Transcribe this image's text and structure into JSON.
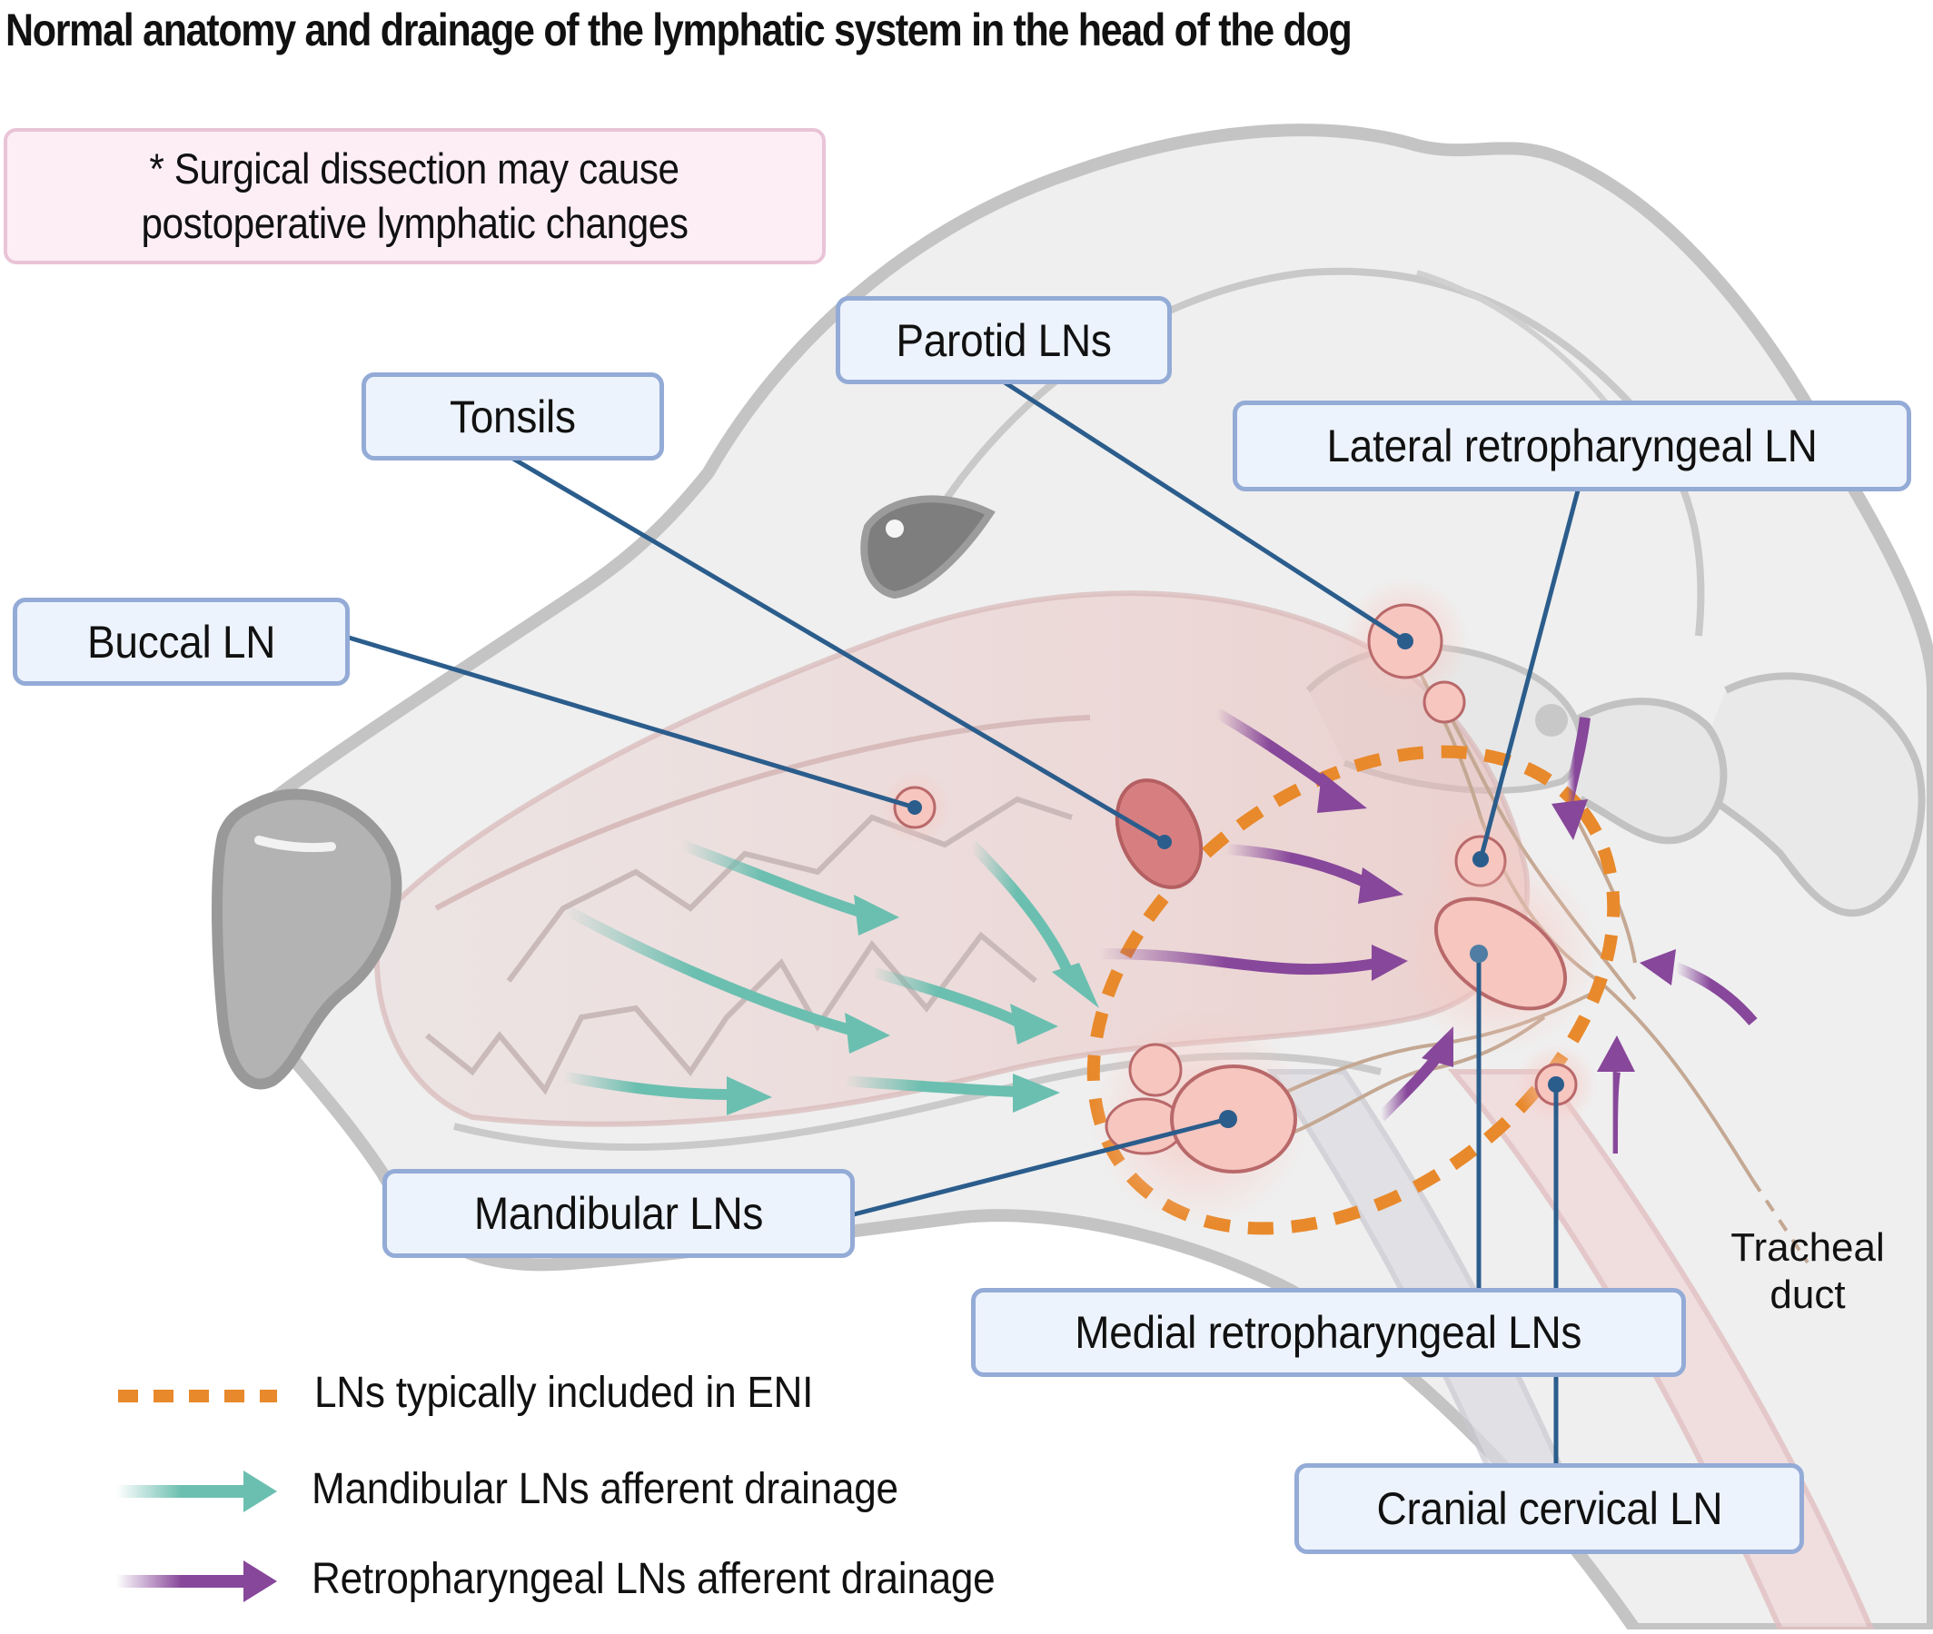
{
  "title": "Normal anatomy and drainage of the lymphatic system in the head of the dog",
  "note": {
    "line1": "* Surgical dissection may cause",
    "line2": "postoperative  lymphatic changes"
  },
  "labels": {
    "parotid": "Parotid LNs",
    "tonsils": "Tonsils",
    "lateral_retropharyngeal": "Lateral retropharyngeal LN",
    "buccal": "Buccal LN",
    "mandibular": "Mandibular LNs",
    "medial_retropharyngeal": "Medial retropharyngeal LNs",
    "cranial_cervical": "Cranial cervical LN",
    "tracheal_duct_line1": "Tracheal",
    "tracheal_duct_line2": "duct"
  },
  "legend": {
    "items": [
      {
        "symbol": "orange-dashed-line",
        "label": "LNs typically included in ENI"
      },
      {
        "symbol": "teal-arrow",
        "label": "Mandibular LNs afferent drainage"
      },
      {
        "symbol": "purple-arrow",
        "label": "Retropharyngeal LNs afferent drainage"
      }
    ]
  },
  "colors": {
    "eni_outline": "#E8892B",
    "mandibular_drainage": "#6BBFB0",
    "retropharyngeal_drainage": "#87479A",
    "leader_line": "#2B5D8C",
    "lymph_node_fill": "#F6C6BF",
    "lymph_node_outline": "#B9696A",
    "tonsil_fill": "#D77F80",
    "label_fill": "#EDF3FC",
    "label_border": "#93ABD6",
    "note_fill": "#FDEEF6",
    "note_border": "#E9C4D7",
    "anatomy_outline": "#BDBDBD",
    "lymph_vessel": "#C4A893"
  }
}
